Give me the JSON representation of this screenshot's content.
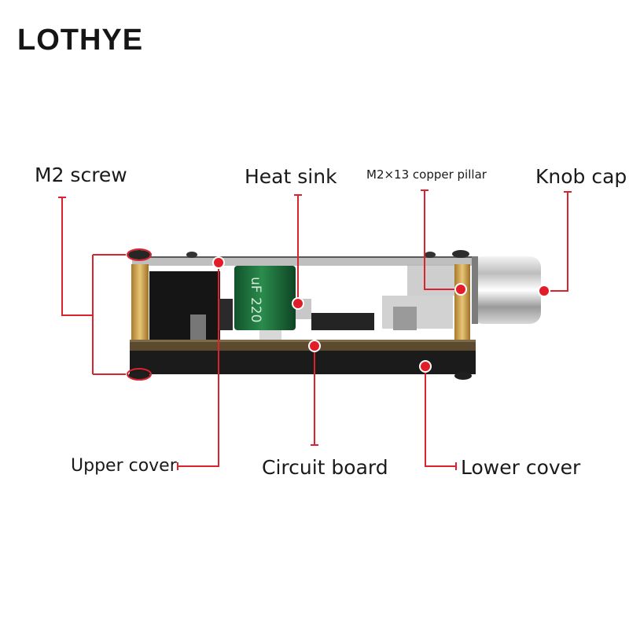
{
  "brand": "LOTHYE",
  "labels": {
    "m2_screw": "M2 screw",
    "heat_sink": "Heat sink",
    "copper_pillar": "M2×13 copper pillar",
    "knob_cap": "Knob cap",
    "upper_cover": "Upper cover",
    "circuit_board": "Circuit board",
    "lower_cover": "Lower cover"
  },
  "capacitor_text": "uF 220",
  "colors": {
    "leader_line": "#d9232e",
    "marker_fill": "#e11d2a",
    "pcb": "#5b4a2e",
    "cover": "#1b1b1b",
    "capacitor": "#1c6e3a",
    "pillar": "#c59a44"
  }
}
